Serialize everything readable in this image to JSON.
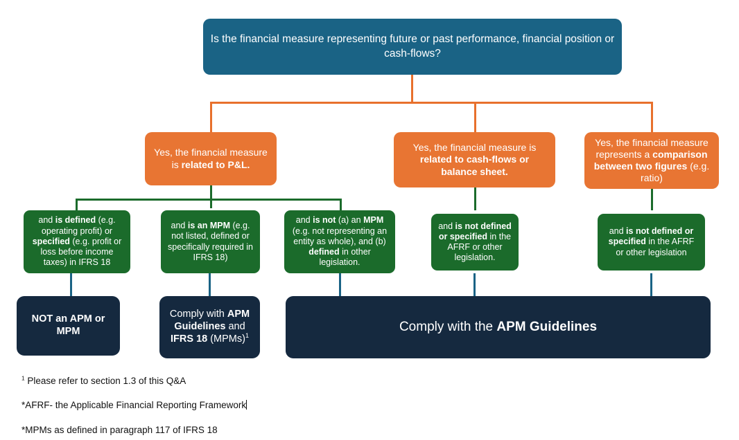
{
  "diagram": {
    "title_question": {
      "text": "Is the financial measure representing future or past performance, financial position or cash-flows?"
    },
    "branches": [
      {
        "id": "pl",
        "prefix": "Yes, the financial measure is ",
        "bold": "related to P&L.",
        "suffix": ""
      },
      {
        "id": "cashflow",
        "prefix": "Yes, the financial measure is ",
        "bold": "related to cash-flows or balance sheet.",
        "suffix": ""
      },
      {
        "id": "ratio",
        "prefix": "Yes, the financial measure represents a ",
        "bold": "comparison between two figures",
        "suffix": " (e.g. ratio)"
      }
    ],
    "conditions": [
      {
        "id": "defined-ifrs18",
        "parts": [
          {
            "t": "and ",
            "b": false
          },
          {
            "t": "is defined",
            "b": true
          },
          {
            "t": " (e.g. operating profit)  or ",
            "b": false
          },
          {
            "t": "specified",
            "b": true
          },
          {
            "t": " (e.g. profit or loss before income taxes) in IFRS 18",
            "b": false
          }
        ]
      },
      {
        "id": "is-an-mpm",
        "parts": [
          {
            "t": "and ",
            "b": false
          },
          {
            "t": "is an MPM",
            "b": true
          },
          {
            "t": " (e.g. not listed, defined or specifically required in IFRS 18)",
            "b": false
          }
        ]
      },
      {
        "id": "is-not-an-mpm",
        "parts": [
          {
            "t": "and ",
            "b": false
          },
          {
            "t": "is not",
            "b": true
          },
          {
            "t": " (a) an ",
            "b": false
          },
          {
            "t": "MPM",
            "b": true
          },
          {
            "t": " (e.g. not representing an entity as whole), and (b) ",
            "b": false
          },
          {
            "t": "defined",
            "b": true
          },
          {
            "t": " in other legislation.",
            "b": false
          }
        ]
      },
      {
        "id": "not-defined-afrf",
        "parts": [
          {
            "t": "and ",
            "b": false
          },
          {
            "t": "is not defined or specified",
            "b": true
          },
          {
            "t": " in the AFRF or other legislation.",
            "b": false
          }
        ]
      },
      {
        "id": "not-defined-afrf-2",
        "parts": [
          {
            "t": "and ",
            "b": false
          },
          {
            "t": "is not defined or specified",
            "b": true
          },
          {
            "t": " in the AFRF or other legislation",
            "b": false
          }
        ]
      }
    ],
    "outcomes": [
      {
        "id": "not-apm-or-mpm",
        "parts": [
          {
            "t": "NOT an APM or MPM",
            "b": true
          }
        ]
      },
      {
        "id": "comply-apm-ifrs18",
        "parts": [
          {
            "t": "Comply with ",
            "b": false
          },
          {
            "t": "APM Guidelines",
            "b": true
          },
          {
            "t": " and ",
            "b": false
          },
          {
            "t": "IFRS 18",
            "b": true
          },
          {
            "t": " (MPMs)",
            "b": false
          },
          {
            "t": "1",
            "b": false,
            "sup": true
          }
        ]
      },
      {
        "id": "comply-apm-guidelines",
        "parts": [
          {
            "t": "Comply with the ",
            "b": false
          },
          {
            "t": "APM Guidelines",
            "b": true
          }
        ]
      }
    ],
    "footnotes": [
      {
        "id": "footnote-1",
        "sup": "1",
        "text": " Please refer to section 1.3 of this Q&A",
        "caret": false
      },
      {
        "id": "footnote-afrf",
        "sup": "",
        "text": "*AFRF- the Applicable Financial Reporting Framework",
        "caret": true
      },
      {
        "id": "footnote-mpms",
        "sup": "",
        "text": "*MPMs as defined in paragraph 117 of IFRS 18",
        "caret": false
      }
    ],
    "colors": {
      "question": "#1a6385",
      "branch": "#e87533",
      "condition": "#1b6b2b",
      "outcome": "#15293f",
      "connector_orange": "#e8702c",
      "connector_green": "#1b6b2b",
      "connector_steel": "#1a6385"
    }
  }
}
